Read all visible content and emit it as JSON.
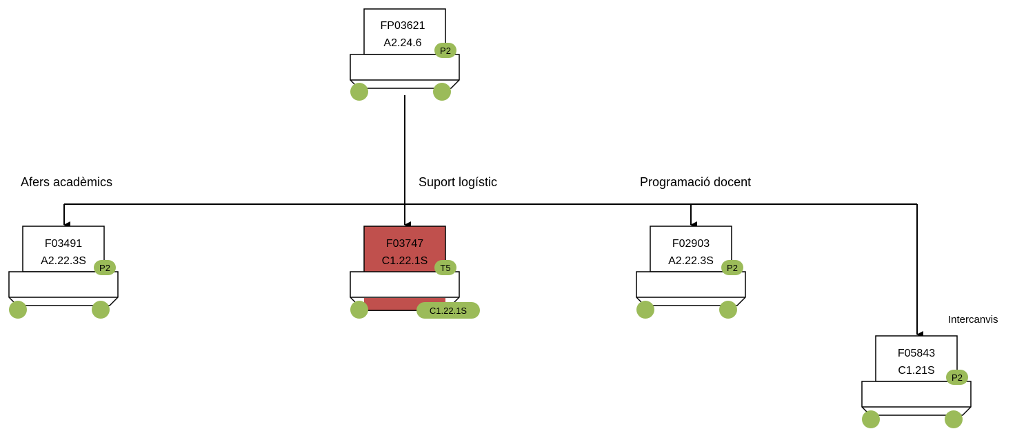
{
  "colors": {
    "box_stroke": "#000000",
    "box_fill": "#ffffff",
    "highlight_fill": "#c0504d",
    "badge_fill": "#9bbb59",
    "connector": "#000000"
  },
  "nodes": {
    "root": {
      "code": "FP03621",
      "ref": "A2.24.6",
      "badge": "P2"
    },
    "afers": {
      "code": "F03491",
      "ref": "A2.22.3S",
      "badge": "P2"
    },
    "suport": {
      "code": "F03747",
      "ref": "C1.22.1S",
      "badge": "T5",
      "extra_badge": "C1.22.1S",
      "highlighted": true
    },
    "programacio": {
      "code": "F02903",
      "ref": "A2.22.3S",
      "badge": "P2"
    },
    "intercanvis": {
      "code": "F05843",
      "ref": "C1.21S",
      "badge": "P2"
    }
  },
  "branch_labels": {
    "afers": "Afers acadèmics",
    "suport": "Suport logístic",
    "programacio": "Programació docent",
    "intercanvis": "Intercanvis"
  }
}
